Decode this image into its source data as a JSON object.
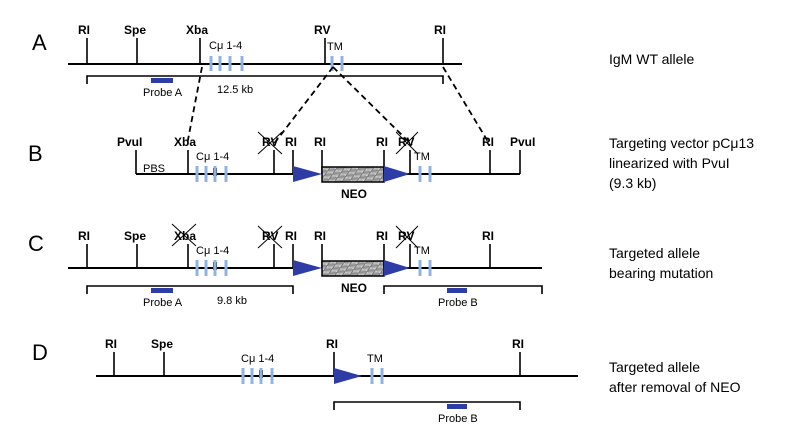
{
  "panels": {
    "A": {
      "letter": "A",
      "sites": {
        "ri1": "RI",
        "spe": "Spe",
        "xba": "Xba",
        "rv": "RV",
        "ri2": "RI"
      },
      "exon_label": "Cμ 1-4",
      "tm_label": "TM",
      "probe_label": "Probe A",
      "size_label": "12.5 kb",
      "description": [
        "IgM WT allele"
      ]
    },
    "B": {
      "letter": "B",
      "sites": {
        "pvul1": "PvuI",
        "xba": "Xba",
        "rv1": "RV",
        "ri1": "RI",
        "ri2": "RI",
        "rv2": "RV",
        "ri3": "RI",
        "pvul2": "PvuI"
      },
      "pbs_label": "PBS",
      "exon_label": "Cμ 1-4",
      "tm_label": "TM",
      "neo_label": "NEO",
      "description": [
        "Targeting vector pCμ13",
        "linearized with PvuI",
        "(9.3 kb)"
      ]
    },
    "C": {
      "letter": "C",
      "sites": {
        "ri1": "RI",
        "spe": "Spe",
        "xba": "Xba",
        "rv1": "RV",
        "ri2": "RI",
        "ri3": "RI",
        "rv2": "RV",
        "ri4": "RI"
      },
      "exon_label": "Cμ 1-4",
      "tm_label": "TM",
      "neo_label": "NEO",
      "probe_a_label": "Probe A",
      "probe_b_label": "Probe B",
      "size_label": "9.8 kb",
      "description": [
        "Targeted allele",
        "bearing mutation"
      ]
    },
    "D": {
      "letter": "D",
      "sites": {
        "ri1": "RI",
        "spe": "Spe",
        "ri2": "RI",
        "ri3": "RI"
      },
      "exon_label": "Cμ 1-4",
      "tm_label": "TM",
      "probe_b_label": "Probe B",
      "description": [
        "Targeted allele",
        "after removal of NEO"
      ]
    }
  },
  "colors": {
    "exon": "#8fb4e3",
    "probe": "#2e3da6",
    "loxp": "#2e3da6"
  }
}
